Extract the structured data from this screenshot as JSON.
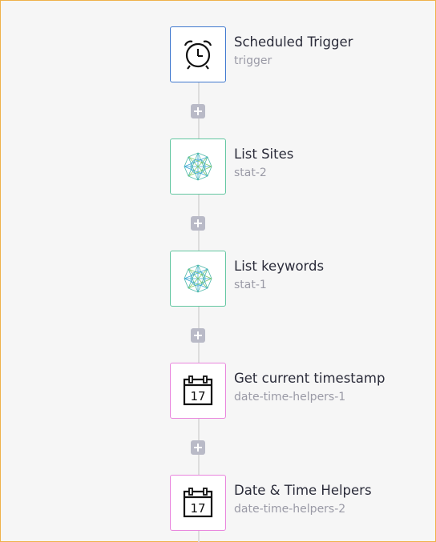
{
  "workflow": {
    "steps": [
      {
        "title": "Scheduled Trigger",
        "subtitle": "trigger",
        "icon": "alarm-clock-icon",
        "accent": "#3f78cf"
      },
      {
        "title": "List Sites",
        "subtitle": "stat-2",
        "icon": "network-sphere-icon",
        "accent": "#63c7a1"
      },
      {
        "title": "List keywords",
        "subtitle": "stat-1",
        "icon": "network-sphere-icon",
        "accent": "#63c7a1"
      },
      {
        "title": "Get current timestamp",
        "subtitle": "date-time-helpers-1",
        "icon": "calendar-icon",
        "accent": "#e985dd"
      },
      {
        "title": "Date & Time Helpers",
        "subtitle": "date-time-helpers-2",
        "icon": "calendar-icon",
        "accent": "#e985dd"
      }
    ],
    "calendar_day": "17",
    "add_step_icon": "plus-icon",
    "add_button_color": "#b9bac7"
  }
}
